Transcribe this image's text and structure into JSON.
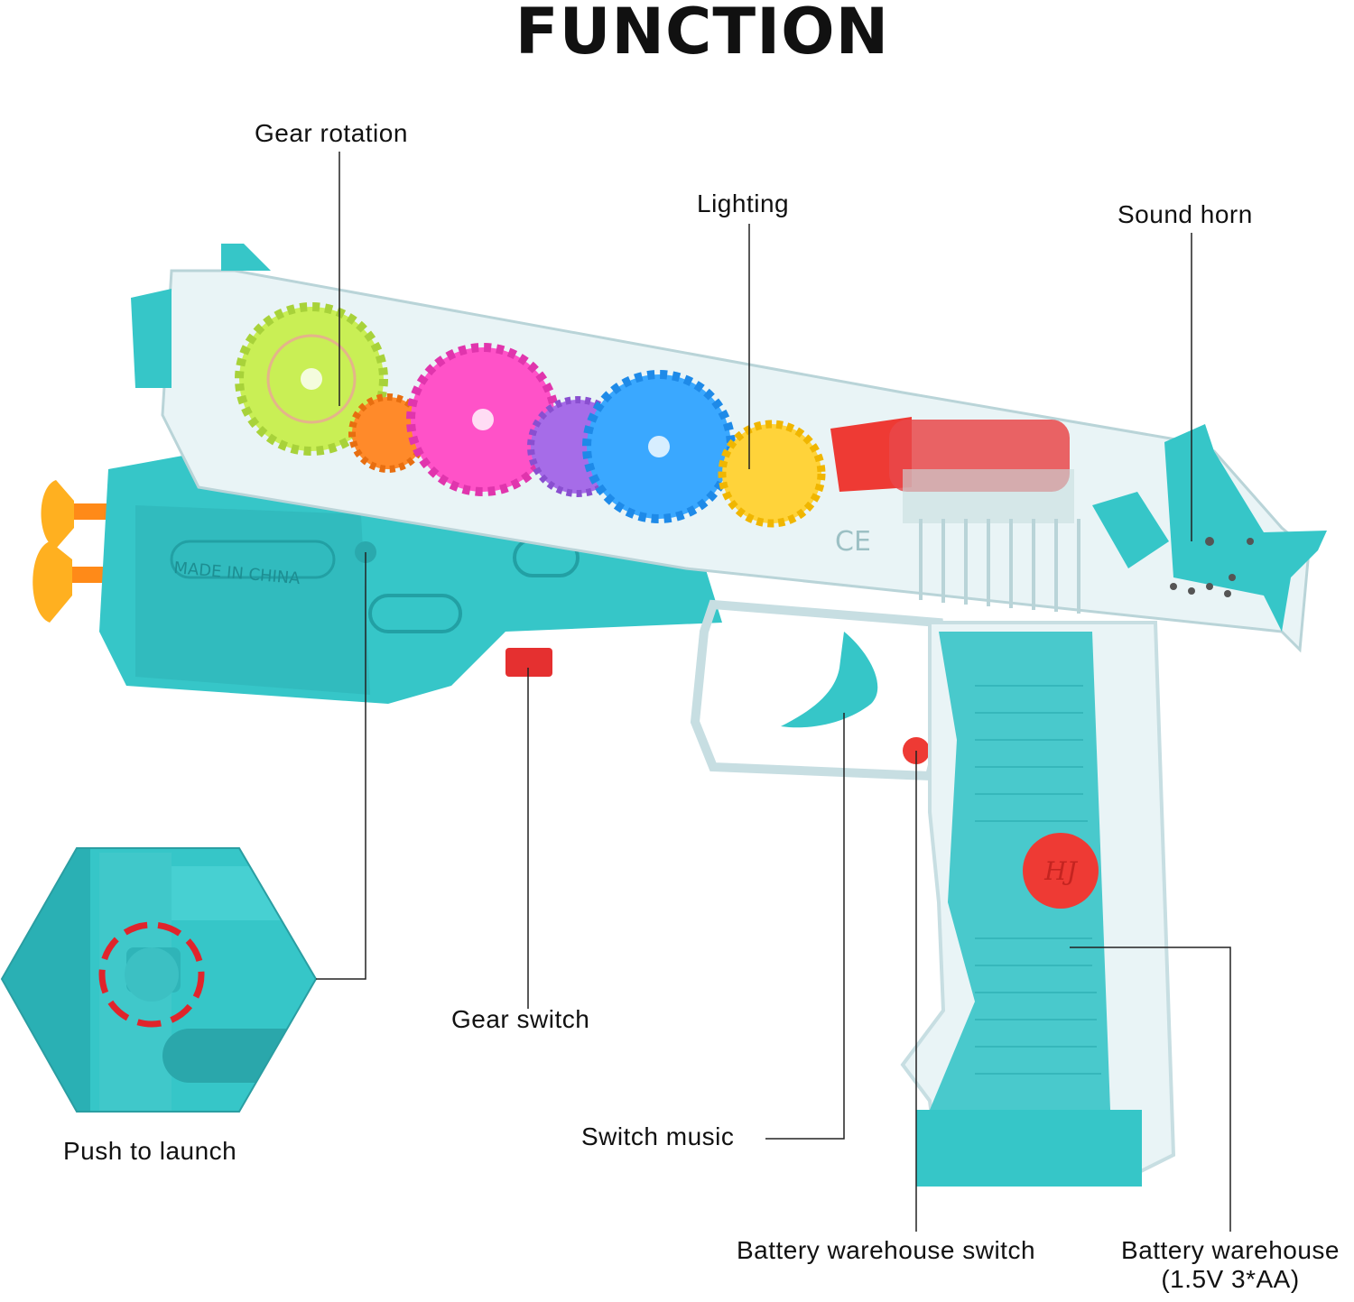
{
  "title": "FUNCTION",
  "labels": {
    "gear_rotation": "Gear rotation",
    "lighting": "Lighting",
    "sound_horn": "Sound horn",
    "gear_switch": "Gear switch",
    "push_to_launch": "Push to launch",
    "switch_music": "Switch music",
    "battery_warehouse_switch": "Battery warehouse switch",
    "battery_warehouse": "Battery warehouse",
    "battery_spec": "(1.5V 3*AA)"
  },
  "embossed": {
    "made_in": "MADE IN CHINA",
    "ce_mark": "CE",
    "badge": "HJ"
  },
  "colors": {
    "body_teal": "#36c6c8",
    "clear_plastic": "#e9f4f6",
    "gear_green": "#c9ef55",
    "gear_pink": "#ff52c8",
    "gear_blue": "#3aa8ff",
    "gear_yellow": "#ffd33a",
    "gear_purple": "#a66ce8",
    "gear_orange": "#ff8a2a",
    "red_button": "#ee3a34",
    "dart_orange": "#ff8a18",
    "dashed_ring": "#e0242b"
  },
  "icons": [
    "gear-icon",
    "dart-icon",
    "button-icon",
    "speaker-icon"
  ]
}
